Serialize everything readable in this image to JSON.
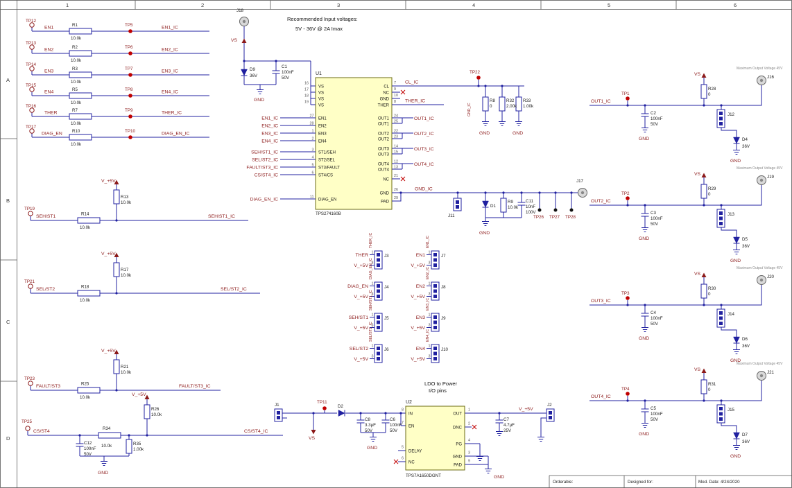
{
  "frame": {
    "cols": [
      "1",
      "2",
      "3",
      "4",
      "5",
      "6"
    ],
    "rows": [
      "A",
      "B",
      "C",
      "D"
    ]
  },
  "notes": {
    "input_1": "Recommended Input voltages:",
    "input_2": "5V - 36V @ 2A Imax",
    "ldo_1": "LDO to Power",
    "ldo_2": "I/O pins",
    "max_out": "Maximum Output Voltage 45V"
  },
  "title_block": {
    "orderable": "Orderable:",
    "designed": "Designed for:",
    "mod_date": "Mod. Date:  4/24/2020"
  },
  "colors": {
    "wire": "#2020a0",
    "net_label": "#8c1a1a",
    "ic_fill": "#ffffc6",
    "testpoint": "#c00000"
  },
  "input": {
    "j18": "J18",
    "vs": "VS",
    "gnd": "GND",
    "d9_ref": "D9",
    "d9_val": "36V",
    "c1_ref": "C1",
    "c1_v1": "100nF",
    "c1_v2": "50V"
  },
  "enable_rows": [
    {
      "tp_in": "TP12",
      "net": "EN1",
      "r": "R1",
      "rv": "10.0k",
      "tp_out": "TP5",
      "out": "EN1_IC"
    },
    {
      "tp_in": "TP13",
      "net": "EN2",
      "r": "R2",
      "rv": "10.0k",
      "tp_out": "TP6",
      "out": "EN2_IC"
    },
    {
      "tp_in": "TP14",
      "net": "EN3",
      "r": "R3",
      "rv": "10.0k",
      "tp_out": "TP7",
      "out": "EN3_IC"
    },
    {
      "tp_in": "TP15",
      "net": "EN4",
      "r": "R5",
      "rv": "10.0k",
      "tp_out": "TP8",
      "out": "EN4_IC"
    },
    {
      "tp_in": "TP16",
      "net": "THER",
      "r": "R7",
      "rv": "10.0k",
      "tp_out": "TP9",
      "out": "THER_IC"
    },
    {
      "tp_in": "TP17",
      "net": "DIAG_EN",
      "r": "R10",
      "rv": "10.0k",
      "tp_out": "TP10",
      "out": "DIAG_EN_IC"
    }
  ],
  "u1": {
    "ref": "U1",
    "part": "TPS274160B",
    "vs_name": "VS",
    "vs_nums": [
      "16",
      "17",
      "18",
      "19"
    ],
    "left": [
      {
        "net": "EN1_IC",
        "name": "EN1",
        "num": "27"
      },
      {
        "net": "EN2_IC",
        "name": "EN2",
        "num": "28"
      },
      {
        "net": "EN3_IC",
        "name": "EN3",
        "num": "1"
      },
      {
        "net": "EN4_IC",
        "name": "EN4",
        "num": "2"
      },
      {
        "net": "SEH/ST1_IC",
        "name": "ST1/SEH",
        "num": "3"
      },
      {
        "net": "SEL/ST2_IC",
        "name": "ST2/SEL",
        "num": "4"
      },
      {
        "net": "FAULT/ST3_IC",
        "name": "ST3/FAULT",
        "num": "5"
      },
      {
        "net": "CS/ST4_IC",
        "name": "ST4/CS",
        "num": "6"
      },
      {
        "net": "DIAG_EN_IC",
        "name": "DIAG_EN",
        "num": "11"
      }
    ],
    "cl": {
      "name": "CL",
      "num": "7",
      "net": "CL_IC"
    },
    "nc1": {
      "name": "NC",
      "num": "9"
    },
    "gnd1": {
      "name": "GND",
      "num": "10"
    },
    "ther": {
      "name": "THER",
      "num": "8",
      "net": "THER_IC"
    },
    "outs": [
      {
        "name": "OUT1",
        "n1": "24",
        "n2": "25",
        "net": "OUT1_IC"
      },
      {
        "name": "OUT2",
        "n1": "22",
        "n2": "23",
        "net": "OUT2_IC"
      },
      {
        "name": "OUT3",
        "n1": "14",
        "n2": "15",
        "net": "OUT3_IC"
      },
      {
        "name": "OUT4",
        "n1": "12",
        "n2": "13",
        "net": "OUT4_IC"
      }
    ],
    "nc2": {
      "name": "NC",
      "num": "21"
    },
    "gnd2": {
      "name": "GND",
      "num": "26",
      "net": "GND_IC"
    },
    "pad": {
      "name": "PAD",
      "num": "29"
    }
  },
  "cl_net": {
    "tp": "TP22",
    "rot_net": "GND_IC",
    "r8": {
      "ref": "R8",
      "val": "0"
    },
    "r32": {
      "ref": "R32",
      "val": "2.00k"
    },
    "r33": {
      "ref": "R33",
      "val": "1.00k"
    },
    "gnd": "GND"
  },
  "gnd_net": {
    "j11": "J11",
    "d1": "D1",
    "r9": {
      "ref": "R9",
      "val": "10.0k"
    },
    "c11": {
      "ref": "C11",
      "v1": "10nF",
      "v2": "100V"
    },
    "tp26": "TP26",
    "tp27": "TP27",
    "tp28": "TP28",
    "j17": "J17",
    "gnd": "GND"
  },
  "jumpers": [
    {
      "ref": "J3",
      "sig": "THER",
      "pwr": "V_+5V",
      "net": "THER_IC",
      "p1": "1",
      "p3": "3"
    },
    {
      "ref": "J4",
      "sig": "DIAG_EN",
      "pwr": "V_+5V",
      "net": "DIAG_EN_IC",
      "p1": "1",
      "p3": "3"
    },
    {
      "ref": "J5",
      "sig": "SEH/ST1",
      "pwr": "V_+5V",
      "net": "SEH/ST1_IC",
      "p1": "1",
      "p3": "3"
    },
    {
      "ref": "J6",
      "sig": "SEL/ST2",
      "pwr": "V_+5V",
      "net": "SEL/ST2_IC",
      "p1": "1",
      "p3": "3"
    },
    {
      "ref": "J7",
      "sig": "EN1",
      "pwr": "V_+5V",
      "net": "EN1_IC",
      "p1": "1",
      "p3": "3"
    },
    {
      "ref": "J8",
      "sig": "EN2",
      "pwr": "V_+5V",
      "net": "EN2_IC",
      "p1": "1",
      "p3": "3"
    },
    {
      "ref": "J9",
      "sig": "EN3",
      "pwr": "V_+5V",
      "net": "EN3_IC",
      "p1": "1",
      "p3": "3"
    },
    {
      "ref": "J10",
      "sig": "EN4",
      "pwr": "V_+5V",
      "net": "EN4_IC",
      "p1": "1",
      "p3": "3"
    }
  ],
  "pullups": [
    {
      "tp": "TP19",
      "sig": "SEH/ST1",
      "rh": "R14",
      "rhv": "10.0k",
      "rv": "R13",
      "rvv": "10.0k",
      "pwr": "V_+5V",
      "out": "SEH/ST1_IC"
    },
    {
      "tp": "TP21",
      "sig": "SEL/ST2",
      "rh": "R18",
      "rhv": "10.0k",
      "rv": "R17",
      "rvv": "10.0k",
      "pwr": "V_+5V",
      "out": "SEL/ST2_IC"
    },
    {
      "tp": "TP23",
      "sig": "FAULT/ST3",
      "rh": "R25",
      "rhv": "10.0k",
      "rv": "R21",
      "rvv": "10.0k",
      "pwr": "V_+5V",
      "out": "FAULT/ST3_IC"
    }
  ],
  "cs": {
    "tp": "TP25",
    "sig": "CS/ST4",
    "out": "CS/ST4_IC",
    "pwr": "V_+5V",
    "gnd": "GND",
    "c12": {
      "ref": "C12",
      "v1": "100nF",
      "v2": "50V"
    },
    "r34": {
      "ref": "R34",
      "val": "10.0k"
    },
    "r26": {
      "ref": "R26",
      "val": "10.0k"
    },
    "r35": {
      "ref": "R35",
      "val": "1.00k"
    }
  },
  "ldo": {
    "j1": "J1",
    "vs": "VS",
    "tp11": "TP11",
    "d2": "D2",
    "c8": {
      "ref": "C8",
      "v1": "3.3μF",
      "v2": "50V"
    },
    "c6": {
      "ref": "C6",
      "v1": "100nF",
      "v2": "50V"
    },
    "c7": {
      "ref": "C7",
      "v1": "4.7μF",
      "v2": "25V"
    },
    "j2": "J2",
    "vout": "V_+5V",
    "gnd": "GND",
    "u2": {
      "ref": "U2",
      "part": "TPS7A1650DGNT",
      "pin_in": {
        "name": "IN",
        "num": "8"
      },
      "pin_en": {
        "name": "EN",
        "num": "7"
      },
      "pin_delay": {
        "name": "DELAY",
        "num": "5"
      },
      "pin_nc": {
        "name": "NC",
        "num": "6"
      },
      "pin_out": {
        "name": "OUT",
        "num": "1"
      },
      "pin_dnc": {
        "name": "DNC",
        "num": "2"
      },
      "pin_pg": {
        "name": "PG",
        "num": "4"
      },
      "pin_gnd": {
        "name": "GND",
        "num": "3"
      },
      "pin_pad": {
        "name": "PAD",
        "num": "9"
      }
    }
  },
  "outputs": [
    {
      "net": "OUT1_IC",
      "tp": "TP1",
      "cap": "C2",
      "cv1": "100nF",
      "cv2": "50V",
      "hdr": "J12",
      "d": "D4",
      "dv": "36V",
      "r": "R28",
      "rv": "0",
      "vs": "VS",
      "conn": "J16",
      "gnd": "GND"
    },
    {
      "net": "OUT2_IC",
      "tp": "TP2",
      "cap": "C3",
      "cv1": "100nF",
      "cv2": "50V",
      "hdr": "J13",
      "d": "D5",
      "dv": "36V",
      "r": "R29",
      "rv": "0",
      "vs": "VS",
      "conn": "J19",
      "gnd": "GND"
    },
    {
      "net": "OUT3_IC",
      "tp": "TP3",
      "cap": "C4",
      "cv1": "100nF",
      "cv2": "50V",
      "hdr": "J14",
      "d": "D6",
      "dv": "36V",
      "r": "R30",
      "rv": "0",
      "vs": "VS",
      "conn": "J20",
      "gnd": "GND"
    },
    {
      "net": "OUT4_IC",
      "tp": "TP4",
      "cap": "C5",
      "cv1": "100nF",
      "cv2": "50V",
      "hdr": "J15",
      "d": "D7",
      "dv": "36V",
      "r": "R31",
      "rv": "0",
      "v": "",
      "vs": "VS",
      "conn": "J21",
      "gnd": "GND"
    }
  ]
}
